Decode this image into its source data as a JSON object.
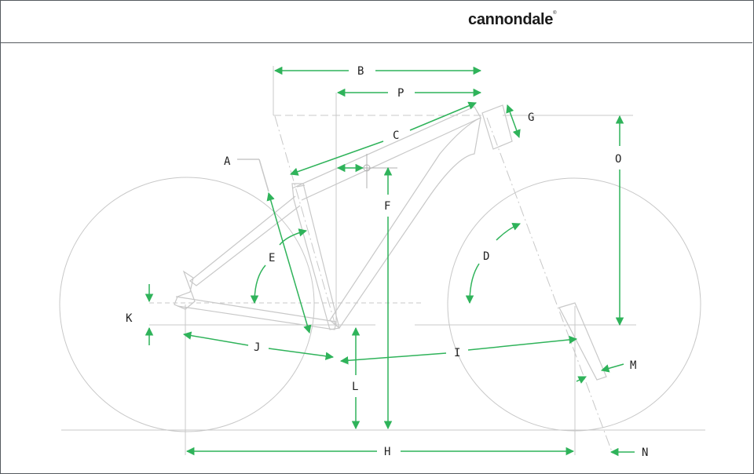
{
  "brand": {
    "logo_text": "cannondale",
    "trademark": "®"
  },
  "colors": {
    "dimension": "#2fb35a",
    "frame_outline": "#c8c8c8",
    "label": "#222222",
    "border": "#555a5f"
  },
  "labels": {
    "A": "A",
    "B": "B",
    "C": "C",
    "D": "D",
    "E": "E",
    "F": "F",
    "G": "G",
    "H": "H",
    "I": "I",
    "J": "J",
    "K": "K",
    "L": "L",
    "M": "M",
    "N": "N",
    "O": "O",
    "P": "P"
  }
}
